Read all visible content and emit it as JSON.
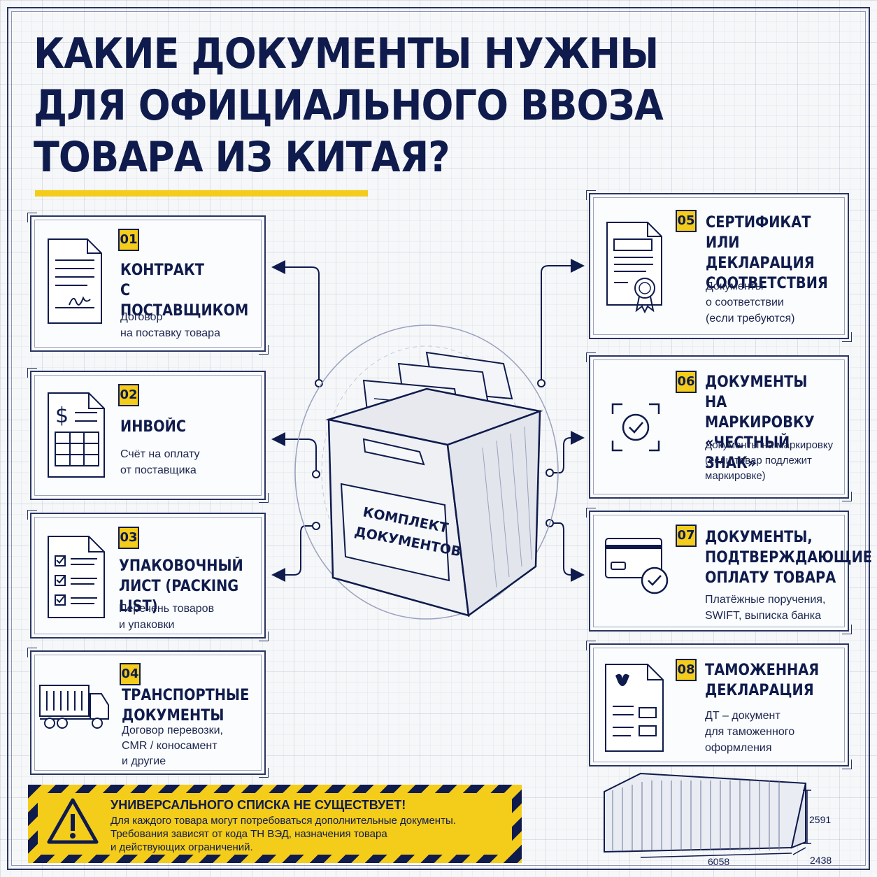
{
  "title": {
    "lines": [
      "КАКИЕ ДОКУМЕНТЫ НУЖНЫ",
      "ДЛЯ ОФИЦИАЛЬНОГО ВВОЗА",
      "ТОВАРА ИЗ КИТАЯ?"
    ]
  },
  "colors": {
    "navy": "#0f1b4c",
    "yellow": "#f4cc1a",
    "paper": "#fbfcfd"
  },
  "center": {
    "label_line1": "КОМПЛЕКТ",
    "label_line2": "ДОКУМЕНТОВ"
  },
  "cards": [
    {
      "num": "01",
      "title": "КОНТРАКТ\nС ПОСТАВЩИКОМ",
      "desc": "Договор\nна поставку товара",
      "icon": "contract-document-icon"
    },
    {
      "num": "02",
      "title": "ИНВОЙС",
      "desc": "Счёт на оплату\nот поставщика",
      "icon": "invoice-document-icon"
    },
    {
      "num": "03",
      "title": "УПАКОВОЧНЫЙ\nЛИСТ (PACKING LIST)",
      "desc": "Перечень товаров\nи упаковки",
      "icon": "checklist-document-icon"
    },
    {
      "num": "04",
      "title": "ТРАНСПОРТНЫЕ\nДОКУМЕНТЫ",
      "desc": "Договор перевозки,\nCMR / коносамент\nи другие",
      "icon": "truck-icon"
    },
    {
      "num": "05",
      "title": "СЕРТИФИКАТ\nИЛИ ДЕКЛАРАЦИЯ\nСООТВЕТСТВИЯ",
      "desc": "Документы\nо соответствии\n(если требуются)",
      "icon": "certificate-icon"
    },
    {
      "num": "06",
      "title": "ДОКУМЕНТЫ\nНА МАРКИРОВКУ\n«ЧЕСТНЫЙ ЗНАК»",
      "desc": "Документы на маркировку\n(если товар подлежит\nмаркировке)",
      "icon": "scan-check-icon"
    },
    {
      "num": "07",
      "title": "ДОКУМЕНТЫ,\nПОДТВЕРЖДАЮЩИЕ\nОПЛАТУ ТОВАРА",
      "desc": "Платёжные поручения,\nSWIFT, выписка банка",
      "icon": "card-check-icon"
    },
    {
      "num": "08",
      "title": "ТАМОЖЕННАЯ\nДЕКЛАРАЦИЯ",
      "desc": "ДТ – документ\nдля таможенного\nоформления",
      "icon": "customs-declaration-icon"
    }
  ],
  "warning": {
    "title": "УНИВЕРСАЛЬНОГО СПИСКА НЕ СУЩЕСТВУЕТ!",
    "text": "Для каждого товара могут потребоваться дополнительные документы.\nТребования зависят от кода ТН ВЭД, назначения товара\nи действующих ограничений.",
    "icon": "warning-triangle-icon"
  },
  "container": {
    "height": "2591",
    "length": "6058",
    "width": "2438"
  }
}
